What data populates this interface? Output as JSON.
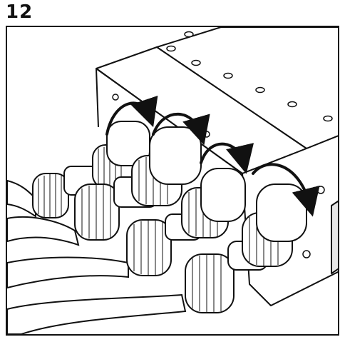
{
  "step": {
    "number": "12"
  },
  "figure": {
    "icons": [
      "rotate-clockwise-arrow-icon"
    ],
    "connectors": [
      {
        "id": "connector-1",
        "rotation": "clockwise"
      },
      {
        "id": "connector-2",
        "rotation": "clockwise"
      },
      {
        "id": "connector-3",
        "rotation": "clockwise"
      },
      {
        "id": "connector-4",
        "rotation": "clockwise"
      }
    ],
    "colors": {
      "line": "#111111",
      "fill": "#ffffff",
      "shade": "#e6e6e6"
    }
  }
}
